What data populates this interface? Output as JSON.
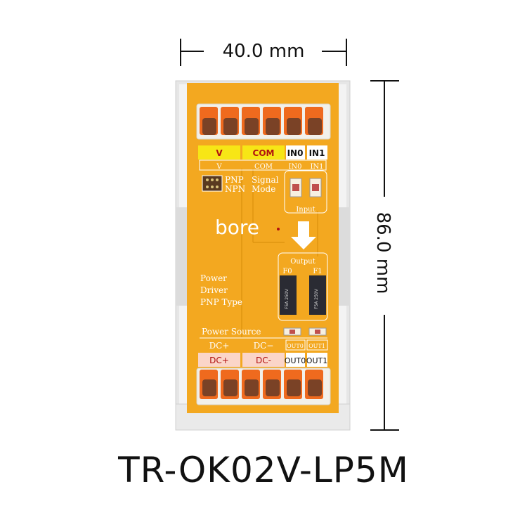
{
  "dimensions": {
    "width": "40.0 mm",
    "height": "86.0 mm"
  },
  "model": "TR-OK02V-LP5M",
  "board": {
    "brand": "bore",
    "top_labels": [
      "V",
      "COM",
      "IN0",
      "IN1"
    ],
    "top_silk": [
      "V",
      "COM",
      "IN0",
      "IN1"
    ],
    "mode_labels": {
      "pnp": "PNP",
      "npn": "NPN",
      "signal": "Signal",
      "mode": "Mode"
    },
    "input_label": "Input",
    "output_label": "Output",
    "fuse_labels": [
      "F0",
      "F1"
    ],
    "fuse_marking": "F5A 250V",
    "description": [
      "Power",
      "Driver",
      "PNP Type"
    ],
    "power_source": "Power Source",
    "bottom_silk": [
      "DC+",
      "DC−",
      "OUT0",
      "OUT1"
    ],
    "bottom_labels": [
      "DC+",
      "DC-",
      "OUT0",
      "OUT1"
    ]
  },
  "colors": {
    "pcb": "#f3a820",
    "label_yellow": "#f7e616",
    "label_pink": "#fbd5c8",
    "terminal_orange": "#ef6a1e",
    "text_red": "#b01010"
  }
}
